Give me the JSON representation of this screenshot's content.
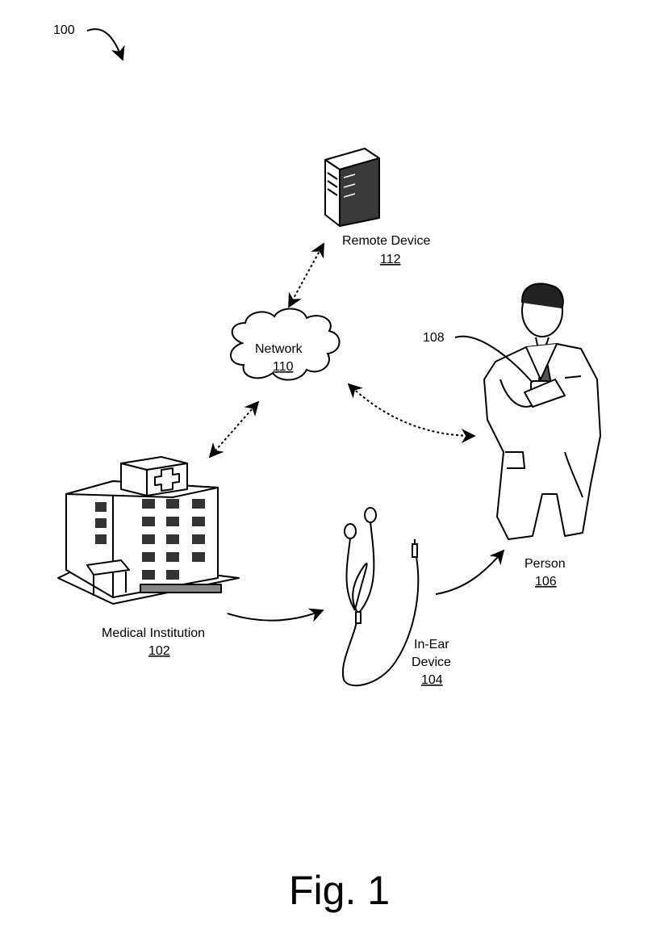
{
  "figure": {
    "number": "100",
    "caption": "Fig. 1"
  },
  "nodes": {
    "remote_device": {
      "label": "Remote Device",
      "ref": "112"
    },
    "network": {
      "label": "Network",
      "ref": "110"
    },
    "person": {
      "label": "Person",
      "ref": "106"
    },
    "mobile_device": {
      "ref": "108"
    },
    "medical_institution": {
      "label": "Medical Institution",
      "ref": "102"
    },
    "in_ear_device": {
      "label_line1": "In-Ear",
      "label_line2": "Device",
      "ref": "104"
    }
  },
  "connections": [
    {
      "from": "remote_device",
      "to": "network",
      "style": "dotted",
      "arrows": "both"
    },
    {
      "from": "network",
      "to": "medical_institution",
      "style": "dotted",
      "arrows": "both"
    },
    {
      "from": "network",
      "to": "person",
      "style": "dotted",
      "arrows": "both"
    },
    {
      "from": "medical_institution",
      "to": "in_ear_device",
      "style": "solid",
      "arrows": "end"
    },
    {
      "from": "in_ear_device",
      "to": "person",
      "style": "solid",
      "arrows": "end"
    }
  ],
  "colors": {
    "ink": "#000000",
    "background": "#ffffff"
  }
}
